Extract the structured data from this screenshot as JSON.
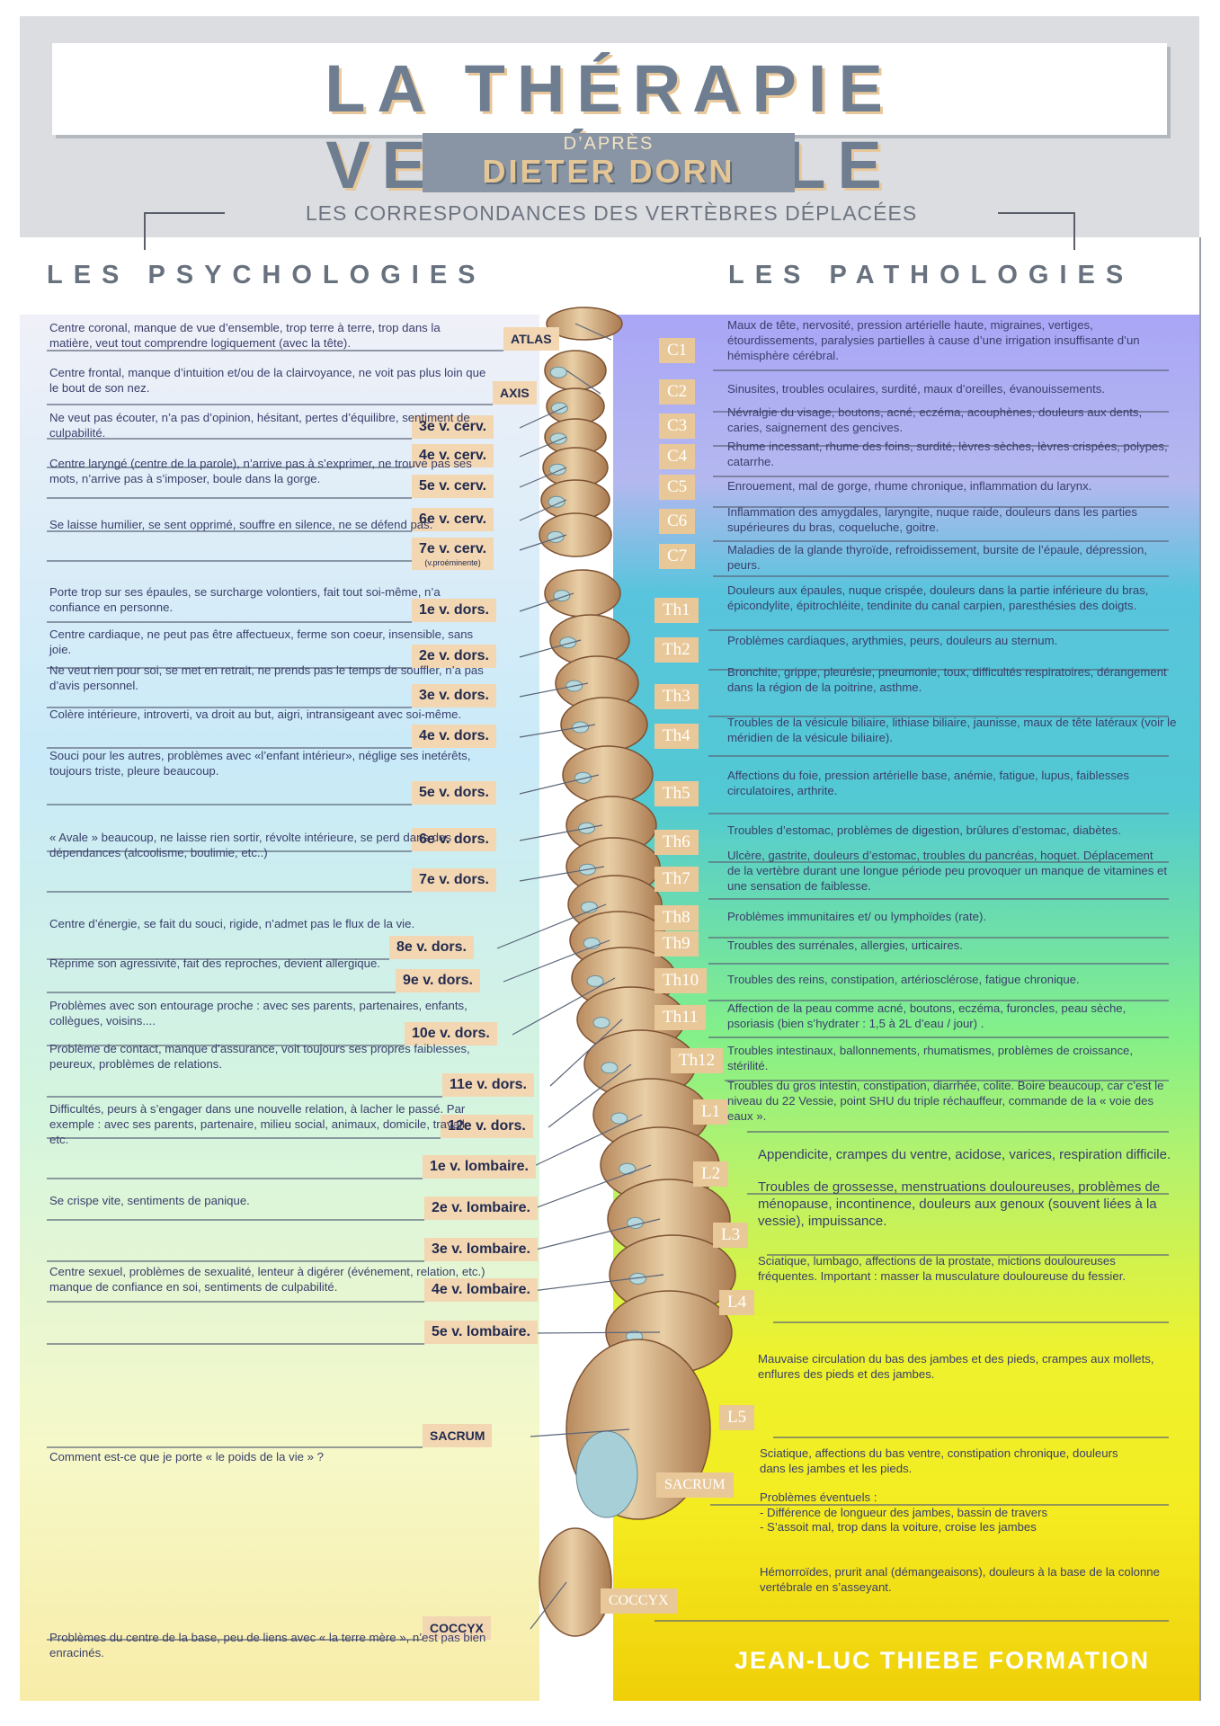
{
  "header": {
    "title": "LA THÉRAPIE VERTÉBRALE",
    "after_label": "D’APRÈS",
    "author": "DIETER DORN",
    "subtitle": "LES CORRESPONDANCES DES VERTÈBRES DÉPLACÉES",
    "left_heading": "LES PSYCHOLOGIES",
    "right_heading": "LES PATHOLOGIES"
  },
  "footer": "JEAN-LUC THIEBE FORMATION",
  "colors": {
    "title": "#6e7d90",
    "label_bg": "#f2d7b2",
    "code_bg": "#e8c898",
    "text": "#3a3f6b"
  },
  "left_labels": [
    {
      "text": "ATLAS",
      "sub": ""
    },
    {
      "text": "AXIS",
      "sub": ""
    },
    {
      "text": "3e v. cerv.",
      "sub": ""
    },
    {
      "text": "4e v. cerv.",
      "sub": ""
    },
    {
      "text": "5e v. cerv.",
      "sub": ""
    },
    {
      "text": "6e v. cerv.",
      "sub": ""
    },
    {
      "text": "7e v. cerv.",
      "sub": "(v.proéminente)"
    },
    {
      "text": "1e v. dors.",
      "sub": ""
    },
    {
      "text": "2e v. dors.",
      "sub": ""
    },
    {
      "text": "3e v. dors.",
      "sub": ""
    },
    {
      "text": "4e v. dors.",
      "sub": ""
    },
    {
      "text": "5e v. dors.",
      "sub": ""
    },
    {
      "text": "6e v. dors.",
      "sub": ""
    },
    {
      "text": "7e v. dors.",
      "sub": ""
    },
    {
      "text": "8e v. dors.",
      "sub": ""
    },
    {
      "text": "9e v. dors.",
      "sub": ""
    },
    {
      "text": "10e v. dors.",
      "sub": ""
    },
    {
      "text": "11e v. dors.",
      "sub": ""
    },
    {
      "text": "12e v. dors.",
      "sub": ""
    },
    {
      "text": "1e v. lombaire.",
      "sub": ""
    },
    {
      "text": "2e v. lombaire.",
      "sub": ""
    },
    {
      "text": "3e v. lombaire.",
      "sub": ""
    },
    {
      "text": "4e v. lombaire.",
      "sub": ""
    },
    {
      "text": "5e v. lombaire.",
      "sub": ""
    },
    {
      "text": "SACRUM",
      "sub": ""
    },
    {
      "text": "COCCYX",
      "sub": ""
    }
  ],
  "psychologies": [
    "Centre coronal, manque de vue d’ensemble, trop terre à terre, trop dans la matière, veut tout comprendre logiquement (avec la tête).",
    "Centre frontal, manque d’intuition et/ou de la clairvoyance, ne voit pas plus loin que le bout de son nez.",
    "Ne veut pas écouter, n’a pas d’opinion, hésitant, pertes d’équilibre, sentiment de culpabilité.",
    "Centre laryngé (centre de la parole), n’arrive pas à s’exprimer, ne trouve pas ses mots, n’arrive pas à s’imposer, boule dans la gorge.",
    "Se laisse humilier, se sent opprimé, souffre en silence, ne se défend pas.",
    "Porte trop sur ses épaules, se surcharge volontiers, fait tout soi-même, n’a confiance en personne.",
    "Centre cardiaque, ne peut pas être affectueux, ferme son coeur, insensible, sans joie.",
    "Ne veut rien pour soi, se met en retrait, ne prends pas le temps de souffler, n’a pas d’avis personnel.",
    "Colère intérieure, introverti, va droit au but, aigri, intransigeant avec soi-même.",
    "Souci pour les autres, problèmes avec «l’enfant intérieur», néglige ses inetérêts, toujours triste, pleure beaucoup.",
    "« Avale » beaucoup, ne laisse rien sortir, révolte intérieure, se perd dans des dépendances (alcoolisme, boulimie, etc..)",
    "Centre d’énergie, se fait du souci, rigide, n’admet pas le flux de la vie.",
    "Réprime son agressivité, fait des reproches, devient allergique.",
    "Problèmes avec son entourage proche : avec ses parents, partenaires, enfants, collègues, voisins....",
    "Problème de contact, manque d’assurance, voit toujours ses propres faiblesses, peureux, problèmes de relations.",
    "Difficultés, peurs à s’engager dans une nouvelle relation, à lacher le passé. Par exemple : avec ses parents, partenaire, milieu social, animaux, domicile, travail, etc.",
    "Se crispe vite, sentiments de panique.",
    "Centre sexuel, problèmes de sexualité, lenteur à digérer (événement, relation, etc.) manque de confiance en soi, sentiments de culpabilité.",
    "Comment est-ce que je porte « le poids de la vie » ?",
    "Problèmes du centre de la base, peu de liens avec « la terre mère », n’est pas bien enracinés."
  ],
  "vertebra_codes": [
    "C1",
    "C2",
    "C3",
    "C4",
    "C5",
    "C6",
    "C7",
    "Th1",
    "Th2",
    "Th3",
    "Th4",
    "Th5",
    "Th6",
    "Th7",
    "Th8",
    "Th9",
    "Th10",
    "Th11",
    "Th12",
    "L1",
    "L2",
    "L3",
    "L4",
    "L5",
    "SACRUM",
    "COCCYX"
  ],
  "pathologies": [
    "Maux de tête, nervosité, pression artérielle haute, migraines, vertiges, étourdissements, paralysies partielles à cause d’une irrigation insuffisante d’un hémisphère cérébral.",
    "Sinusites, troubles oculaires, surdité, maux d’oreilles, évanouissements.",
    "Névralgie du visage, boutons, acné, eczéma, acouphènes, douleurs aux dents, caries, saignement des gencives.",
    "Rhume incessant, rhume des foins, surdité, lèvres sèches, lèvres crispées, polypes, catarrhe.",
    "Enrouement, mal de gorge, rhume chronique, inflammation du larynx.",
    "Inflammation des amygdales, laryngite, nuque raide, douleurs dans les parties supérieures du bras, coqueluche, goitre.",
    "Maladies de la glande thyroïde, refroidissement, bursite de l’épaule, dépression, peurs.",
    "Douleurs aux épaules, nuque crispée, douleurs dans la partie inférieure du bras, épicondylite, épitrochléite, tendinite du canal carpien, paresthésies des doigts.",
    "Problèmes cardiaques, arythmies, peurs, douleurs au sternum.",
    "Bronchite, grippe, pleurésie, pneumonie, toux, difficultés respiratoires, dérangement dans la région de la poitrine, asthme.",
    "Troubles de la vésicule biliaire, lithiase biliaire, jaunisse, maux de tête latéraux (voir le méridien de la vésicule biliaire).",
    "Affections du foie, pression artérielle base, anémie, fatigue, lupus, faiblesses circulatoires, arthrite.",
    "Troubles d’estomac, problèmes de digestion, brûlures d’estomac, diabètes.",
    "Ulcère, gastrite, douleurs d’estomac, troubles du pancréas, hoquet. Déplacement de la vertèbre durant une longue période peu provoquer un manque de vitamines et une sensation de faiblesse.",
    "Problèmes immunitaires et/ ou lymphoïdes (rate).",
    "Troubles des surrénales, allergies, urticaires.",
    "Troubles des reins, constipation, artériosclérose, fatigue chronique.",
    "Affection de la peau comme acné, boutons, eczéma, furoncles, peau sèche, psoriasis (bien s’hydrater : 1,5 à 2L d’eau / jour) .",
    "Troubles intestinaux, ballonnements, rhumatismes, problèmes de croissance, stérilité.",
    "Troubles du gros intestin, constipation, diarrhée, colite. Boire beaucoup, car c’est le niveau du 22 Vessie, point SHU du triple réchauffeur, commande de la « voie des eaux ».",
    "Appendicite, crampes du ventre, acidose, varices, respiration difficile.",
    "Troubles de grossesse, menstruations douloureuses, problèmes de ménopause, incontinence, douleurs aux genoux (souvent liées à la vessie), impuissance.",
    "Sciatique, lumbago, affections de la prostate, mictions douloureuses fréquentes. Important : masser la musculature douloureuse du fessier.",
    "Mauvaise circulation du bas des jambes et des pieds, crampes aux mollets, enflures des pieds et des jambes.",
    "Sciatique, affections du bas ventre, constipation chronique, douleurs dans les jambes et les pieds.",
    "Problèmes éventuels :",
    "- Différence de longueur des jambes, bassin de travers",
    "- S’assoit mal, trop dans la voiture, croise les jambes",
    "Hémorroïdes, prurit anal (démangeaisons), douleurs à la base de la colonne vertébrale en s’asseyant."
  ]
}
